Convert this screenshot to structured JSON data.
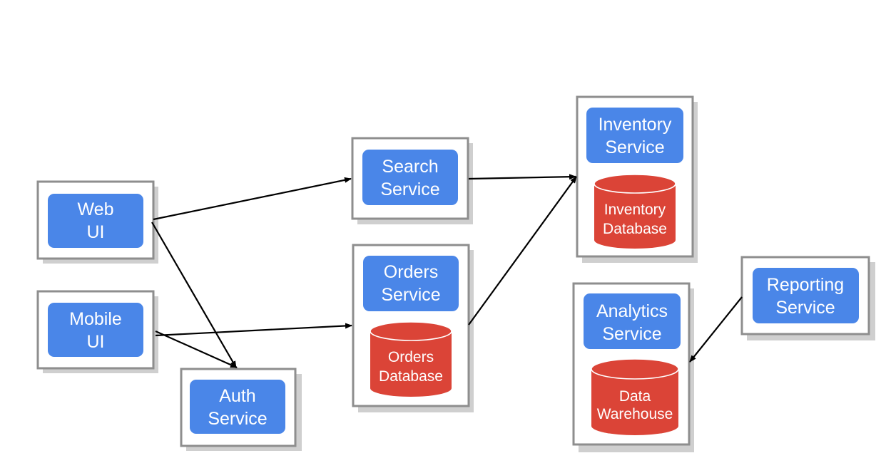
{
  "colors": {
    "service": "#4a86e8",
    "database": "#db4437",
    "frame_border": "#8e8e8e",
    "shadow": "#cfcfcf",
    "arrow": "#000000",
    "label": "#ffffff"
  },
  "nodes": {
    "web_ui": {
      "line1": "Web",
      "line2": "UI"
    },
    "mobile_ui": {
      "line1": "Mobile",
      "line2": "UI"
    },
    "auth": {
      "line1": "Auth",
      "line2": "Service"
    },
    "search": {
      "line1": "Search",
      "line2": "Service"
    },
    "orders": {
      "line1": "Orders",
      "line2": "Service"
    },
    "orders_db": {
      "line1": "Orders",
      "line2": "Database"
    },
    "inventory": {
      "line1": "Inventory",
      "line2": "Service"
    },
    "inventory_db": {
      "line1": "Inventory",
      "line2": "Database"
    },
    "analytics": {
      "line1": "Analytics",
      "line2": "Service"
    },
    "data_warehouse": {
      "line1": "Data",
      "line2": "Warehouse"
    },
    "reporting": {
      "line1": "Reporting",
      "line2": "Service"
    }
  },
  "edges": [
    {
      "from": "Web UI",
      "to": "Search Service"
    },
    {
      "from": "Web UI",
      "to": "Auth Service"
    },
    {
      "from": "Mobile UI",
      "to": "Orders Service"
    },
    {
      "from": "Mobile UI",
      "to": "Auth Service"
    },
    {
      "from": "Search Service",
      "to": "Inventory Service"
    },
    {
      "from": "Orders Service",
      "to": "Inventory Service"
    },
    {
      "from": "Reporting Service",
      "to": "Analytics Service"
    }
  ]
}
